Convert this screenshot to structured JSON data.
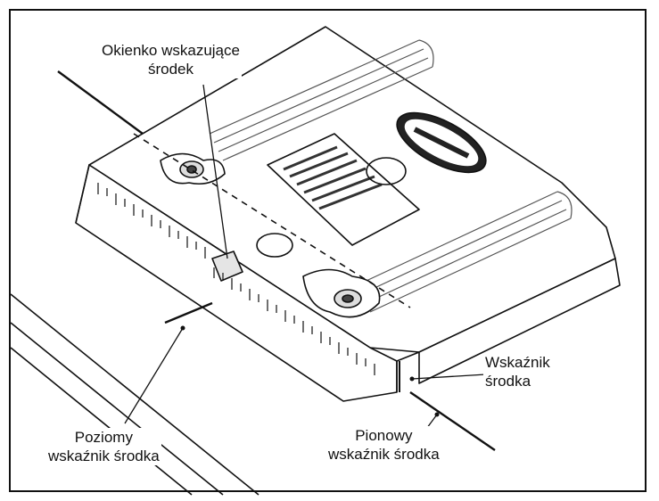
{
  "labels": {
    "center_window": {
      "line1": "Okienko wskazujące",
      "line2": "środek"
    },
    "center_indicator": {
      "line1": "Wskaźnik",
      "line2": "środka"
    },
    "vertical_indicator": {
      "line1": "Pionowy",
      "line2": "wskaźnik środka"
    },
    "horizontal_indicator": {
      "line1": "Poziomy",
      "line2": "wskaźnik środka"
    }
  },
  "colors": {
    "line": "#111111",
    "fill": "#ffffff",
    "shade": "#9a9a9a"
  },
  "icons": [
    "brand-logo-oval",
    "wing-knob-left",
    "wing-knob-right"
  ]
}
